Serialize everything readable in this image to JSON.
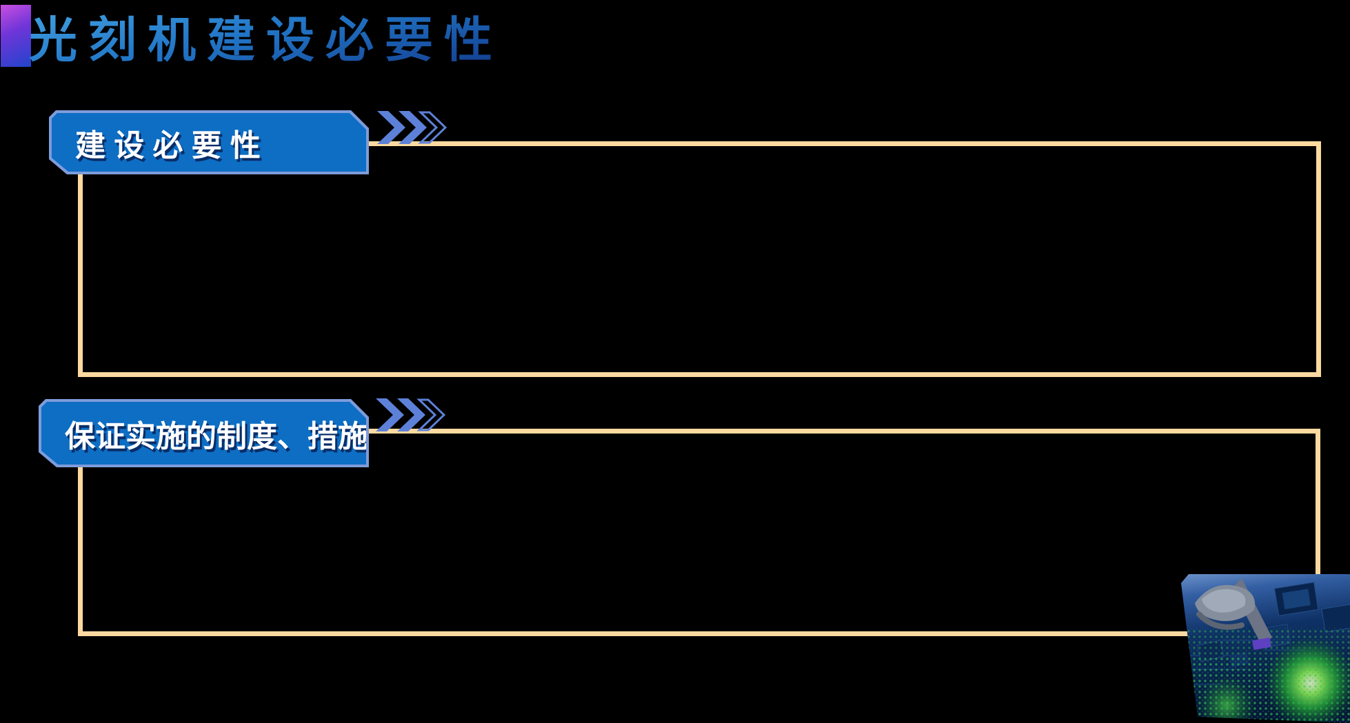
{
  "slide": {
    "background_color": "#000000",
    "title": {
      "text": "光刻机建设必要性"
    },
    "sections": [
      {
        "banner_label": "建 设 必 要 性"
      },
      {
        "banner_label": "保证实施的制度、措施"
      }
    ],
    "image": {
      "alt": "robotic-gripper-over-circuit-board-photo"
    },
    "styles": {
      "title_top": "#45a4e2",
      "title_mid": "#2277c8",
      "title_bottom": "#123c8e",
      "marker_pink": "#c94fe0",
      "marker_violet": "#7035d8",
      "marker_blue": "#2244cc",
      "banner_fill": "#0d6ec4",
      "banner_border": "#7e9cdb",
      "banner_text_color": "#ffffff",
      "banner_text_shadow": "#0a2d66",
      "chevron_color": "#5d81d8",
      "content_box_border": "#fbd9a0"
    }
  }
}
